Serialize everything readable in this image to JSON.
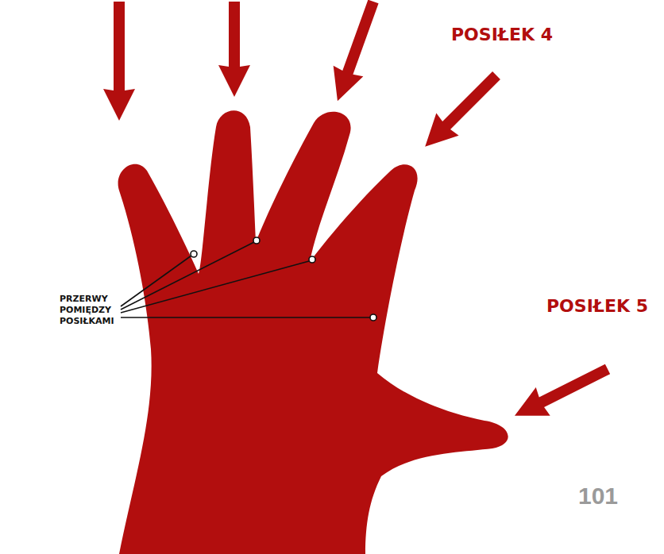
{
  "diagram": {
    "labels": [
      "POSIŁEK 4",
      "POSIŁEK 5",
      "PRZERWY POMIĘDZY POSIŁKAMI",
      "101"
    ]
  }
}
